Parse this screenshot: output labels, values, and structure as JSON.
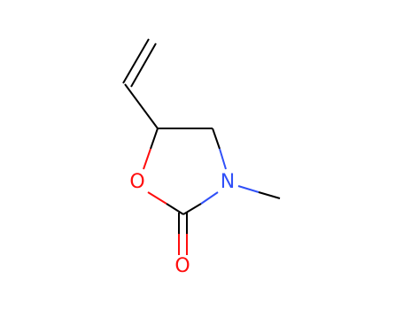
{
  "molecule": {
    "atoms": {
      "ring_oxygen": "O",
      "nitrogen": "N",
      "carbonyl_oxygen": "O"
    },
    "colors": {
      "carbon_bond": "#000000",
      "oxygen": "#ff0d0d",
      "nitrogen": "#3050f8"
    }
  }
}
